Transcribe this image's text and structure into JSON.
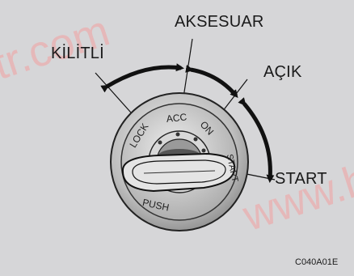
{
  "labels": {
    "lock": "KİLİTLİ",
    "acc": "AKSESUAR",
    "on": "AÇIK",
    "start": "START"
  },
  "cylinder": {
    "lock": "LOCK",
    "acc": "ACC",
    "on": "ON",
    "start": "START",
    "push": "PUSH"
  },
  "figure_code": "C040A01E",
  "watermarks": [
    "tr.com",
    "www.hy"
  ],
  "colors": {
    "background": "#d6d6d8",
    "line": "#1a1a1a",
    "watermark": "#f08a8a"
  }
}
